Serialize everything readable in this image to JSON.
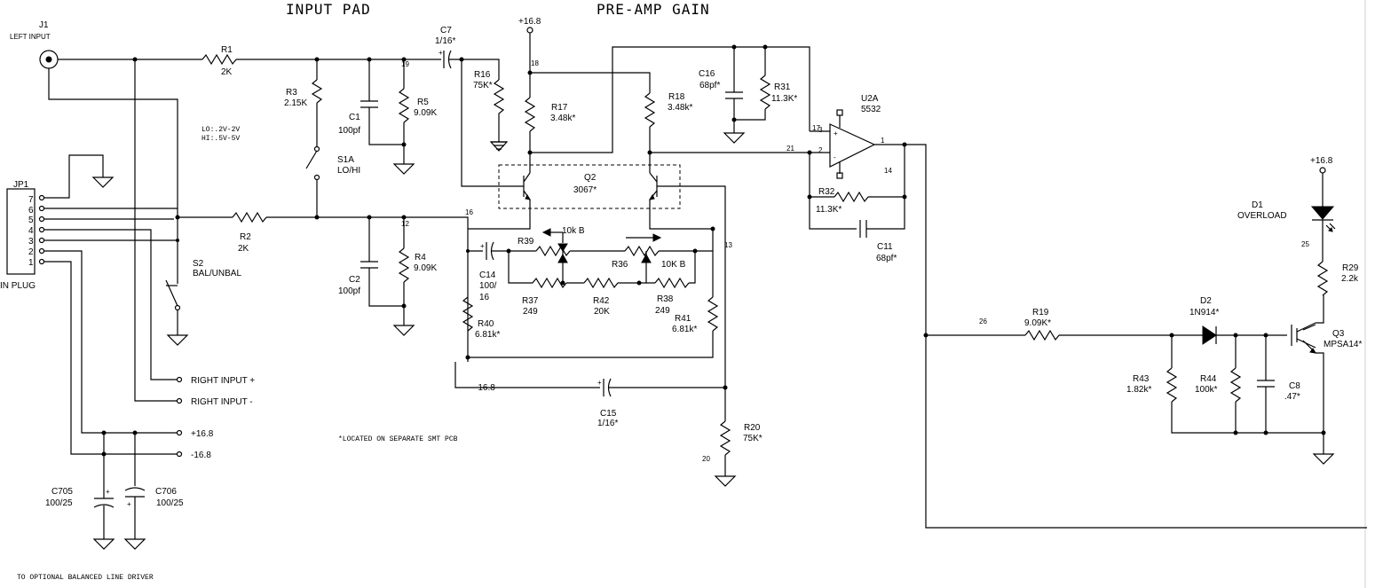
{
  "sections": {
    "input_pad": "INPUT PAD",
    "preamp_gain": "PRE-AMP GAIN"
  },
  "notes": {
    "smt": "*LOCATED ON SEPARATE SMT PCB",
    "balanced": "TO OPTIONAL BALANCED LINE DRIVER",
    "lo_hi_lines": [
      "LO:.2V-2V",
      "HI:.5V-5V"
    ]
  },
  "connectors": {
    "j1": {
      "ref": "J1",
      "label": "LEFT INPUT"
    },
    "jp1": {
      "ref": "JP1",
      "label": "IN PLUG",
      "pins": [
        "7",
        "6",
        "5",
        "4",
        "3",
        "2",
        "1"
      ]
    },
    "outputs": [
      "RIGHT INPUT +",
      "RIGHT INPUT -",
      "+16.8",
      "-16.8"
    ]
  },
  "switches": {
    "s1a": {
      "ref": "S1A",
      "value": "LO/HI"
    },
    "s2": {
      "ref": "S2",
      "value": "BAL/UNBAL"
    }
  },
  "resistors": {
    "r1": {
      "ref": "R1",
      "value": "2K"
    },
    "r2": {
      "ref": "R2",
      "value": "2K"
    },
    "r3": {
      "ref": "R3",
      "value": "2.15K"
    },
    "r4": {
      "ref": "R4",
      "value": "9.09K"
    },
    "r5": {
      "ref": "R5",
      "value": "9.09K"
    },
    "r16": {
      "ref": "R16",
      "value": "75K*"
    },
    "r17": {
      "ref": "R17",
      "value": "3.48k*"
    },
    "r18": {
      "ref": "R18",
      "value": "3.48k*"
    },
    "r19": {
      "ref": "R19",
      "value": "9.09K*"
    },
    "r20": {
      "ref": "R20",
      "value": "75K*"
    },
    "r29": {
      "ref": "R29",
      "value": "2.2k"
    },
    "r31": {
      "ref": "R31",
      "value": "11.3K*"
    },
    "r32": {
      "ref": "R32",
      "value": "11.3K*"
    },
    "r36": {
      "ref": "R36",
      "value": "10K B"
    },
    "r37": {
      "ref": "R37",
      "value": "249"
    },
    "r38": {
      "ref": "R38",
      "value": "249"
    },
    "r39": {
      "ref": "R39",
      "value": "10k B"
    },
    "r40": {
      "ref": "R40",
      "value": "6.81k*"
    },
    "r41": {
      "ref": "R41",
      "value": "6.81k*"
    },
    "r42": {
      "ref": "R42",
      "value": "20K"
    },
    "r43": {
      "ref": "R43",
      "value": "1.82k*"
    },
    "r44": {
      "ref": "R44",
      "value": "100k*"
    }
  },
  "capacitors": {
    "c1": {
      "ref": "C1",
      "value": "100pf"
    },
    "c2": {
      "ref": "C2",
      "value": "100pf"
    },
    "c7": {
      "ref": "C7",
      "value": "1/16*"
    },
    "c8": {
      "ref": "C8",
      "value": ".47*"
    },
    "c11": {
      "ref": "C11",
      "value": "68pf*"
    },
    "c14": {
      "ref": "C14",
      "value_lines": [
        "100/",
        "16"
      ]
    },
    "c15": {
      "ref": "C15",
      "value": "1/16*"
    },
    "c16": {
      "ref": "C16",
      "value": "68pf*"
    },
    "c705": {
      "ref": "C705",
      "value": "100/25"
    },
    "c706": {
      "ref": "C706",
      "value": "100/25"
    }
  },
  "semis": {
    "q2": {
      "ref": "Q2",
      "value": "3067*"
    },
    "q3": {
      "ref": "Q3",
      "value": "MPSA14*"
    },
    "d1": {
      "ref": "D1",
      "value": "OVERLOAD"
    },
    "d2": {
      "ref": "D2",
      "value": "1N914*"
    },
    "u2a": {
      "ref": "U2A",
      "value": "5532"
    }
  },
  "supplies": {
    "pos": "+16.8",
    "neg": "-16.8"
  },
  "nodes": [
    "19",
    "18",
    "12",
    "16",
    "13",
    "17",
    "21",
    "20",
    "14",
    "25",
    "26"
  ],
  "opamp_pins": [
    "3",
    "2",
    "1"
  ],
  "polarity": {
    "plus": "+",
    "minus": "-"
  }
}
